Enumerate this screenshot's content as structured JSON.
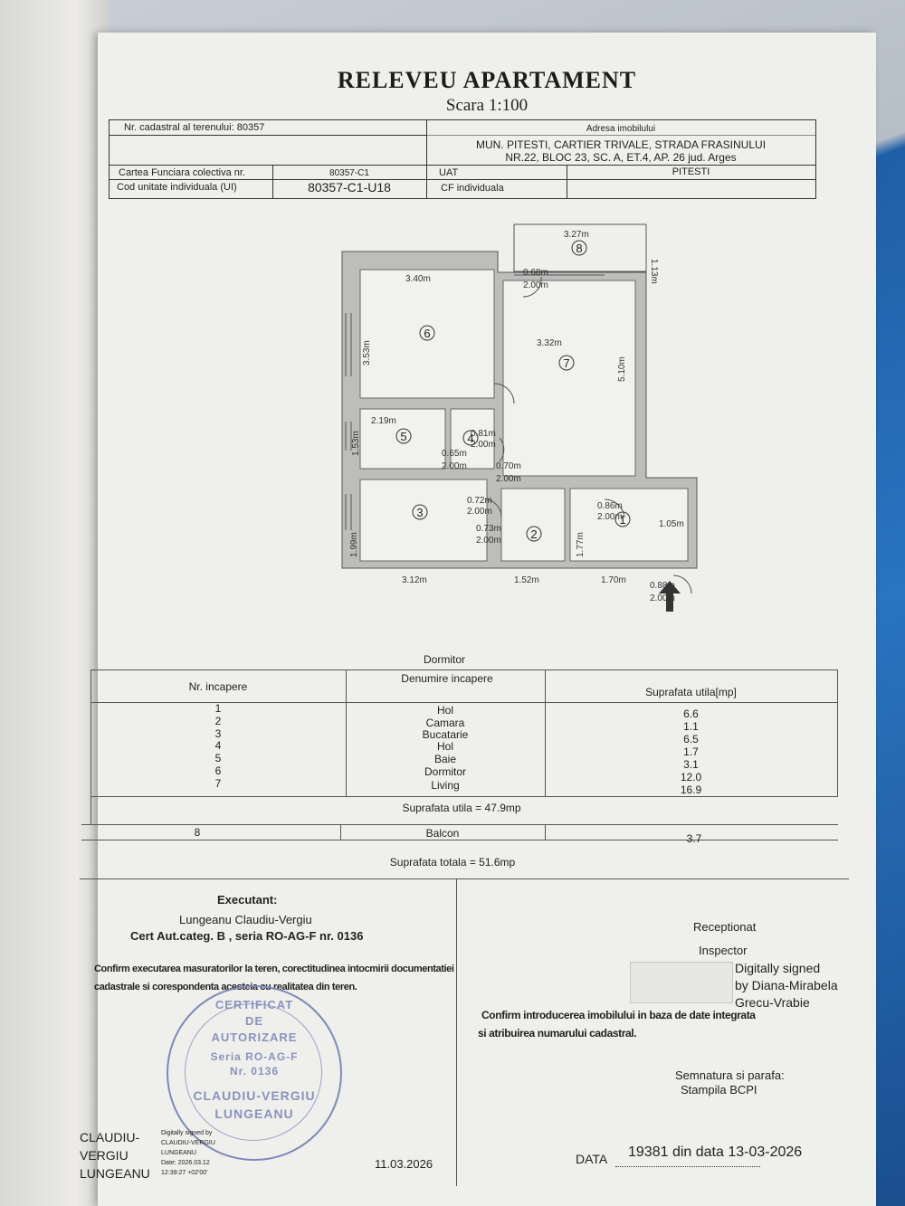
{
  "title": "RELEVEU APARTAMENT",
  "scale": "Scara 1:100",
  "header": {
    "nr_cadastral_label": "Nr. cadastral al terenului: 80357",
    "adresa_label": "Adresa imobilului",
    "adresa_line1": "MUN. PITESTI, CARTIER TRIVALE, STRADA FRASINULUI",
    "adresa_line2": "NR.22, BLOC 23, SC. A, ET.4, AP. 26 jud. Arges",
    "carte_funciara_label": "Cartea Funciara colectiva nr.",
    "carte_funciara_value": "80357-C1",
    "uat_label": "UAT",
    "uat_value": "PITESTI",
    "cod_ui_label": "Cod unitate individuala (UI)",
    "cod_ui_value": "80357-C1-U18",
    "cf_label": "CF individuala"
  },
  "plan": {
    "dims": {
      "d327": "3.27m",
      "d113": "1.13m",
      "d068": "0.68m",
      "d200a": "2.00m",
      "d340": "3.40m",
      "d332": "3.32m",
      "d353": "3.53m",
      "d510": "5.10m",
      "d081": "0.81m",
      "d200b": "2.00m",
      "d219": "2.19m",
      "d065": "0.65m",
      "d200c": "2.00m",
      "d070": "0.70m",
      "d200d": "2.00m",
      "d153": "1.53m",
      "d072": "0.72m",
      "d200e": "2.00m",
      "d086": "0.86m",
      "d200f": "2.00m",
      "d073": "0.73m",
      "d200g": "2.00m",
      "d105": "1.05m",
      "d199": "1.99m",
      "d177": "1.77m",
      "d312": "3.12m",
      "d152": "1.52m",
      "d170": "1.70m",
      "d088": "0.88m",
      "d200h": "2.00m"
    },
    "rooms": [
      "1",
      "2",
      "3",
      "4",
      "5",
      "6",
      "7",
      "8"
    ]
  },
  "table": {
    "caption": "Dormitor",
    "col1": "Nr. incapere",
    "col2": "Denumire incapere",
    "col3": "Suprafata utila[mp]",
    "rows": [
      {
        "nr": "1",
        "name": "Hol",
        "area": "6.6"
      },
      {
        "nr": "2",
        "name": "Camara",
        "area": "1.1"
      },
      {
        "nr": "3",
        "name": "Bucatarie",
        "area": "6.5"
      },
      {
        "nr": "4",
        "name": "Hol",
        "area": "1.7"
      },
      {
        "nr": "5",
        "name": "Baie",
        "area": "3.1"
      },
      {
        "nr": "6",
        "name": "Dormitor",
        "area": "12.0"
      },
      {
        "nr": "7",
        "name": "Living",
        "area": "16.9"
      }
    ],
    "suprafata_utila": "Suprafata utila  =  47.9mp",
    "balcon_nr": "8",
    "balcon_name": "Balcon",
    "balcon_area": "3.7",
    "suprafata_totala": "Suprafata totala   = 51.6mp"
  },
  "executant": {
    "heading": "Executant:",
    "name": "Lungeanu Claudiu-Vergiu",
    "cert": "Cert Aut.categ. B , seria RO-AG-F nr. 0136",
    "confirm1": "Confirm executarea masuratorilor la teren, corectitudinea intocmirii documentatiei",
    "confirm2": "cadastrale si corespondenta acesteia cu realitatea din teren.",
    "stamp": [
      "CERTIFICAT",
      "DE",
      "AUTORIZARE",
      "Seria RO-AG-F",
      "Nr. 0136",
      "CLAUDIU-VERGIU",
      "LUNGEANU"
    ],
    "sig_name": [
      "CLAUDIU-",
      "VERGIU",
      "LUNGEANU"
    ],
    "sig_small": [
      "Digitally signed by",
      "CLAUDIU-VERGIU",
      "LUNGEANU",
      "Date: 2026.03.12",
      "12:39:27 +02'00'"
    ],
    "date": "11.03.2026"
  },
  "receptionat": {
    "heading": "Receptionat",
    "inspector": "Inspector",
    "digital1": "Digitally signed",
    "digital2": "by Diana-Mirabela",
    "digital3": "Grecu-Vrabie",
    "confirm1": "Confirm introducerea imobilului in baza de date integrata",
    "confirm2": "si atribuirea numarului cadastral.",
    "semnatura1": "Semnatura si parafa:",
    "semnatura2": "Stampila BCPI",
    "data_label": "DATA",
    "data_value": "19381 din data 13-03-2026"
  }
}
